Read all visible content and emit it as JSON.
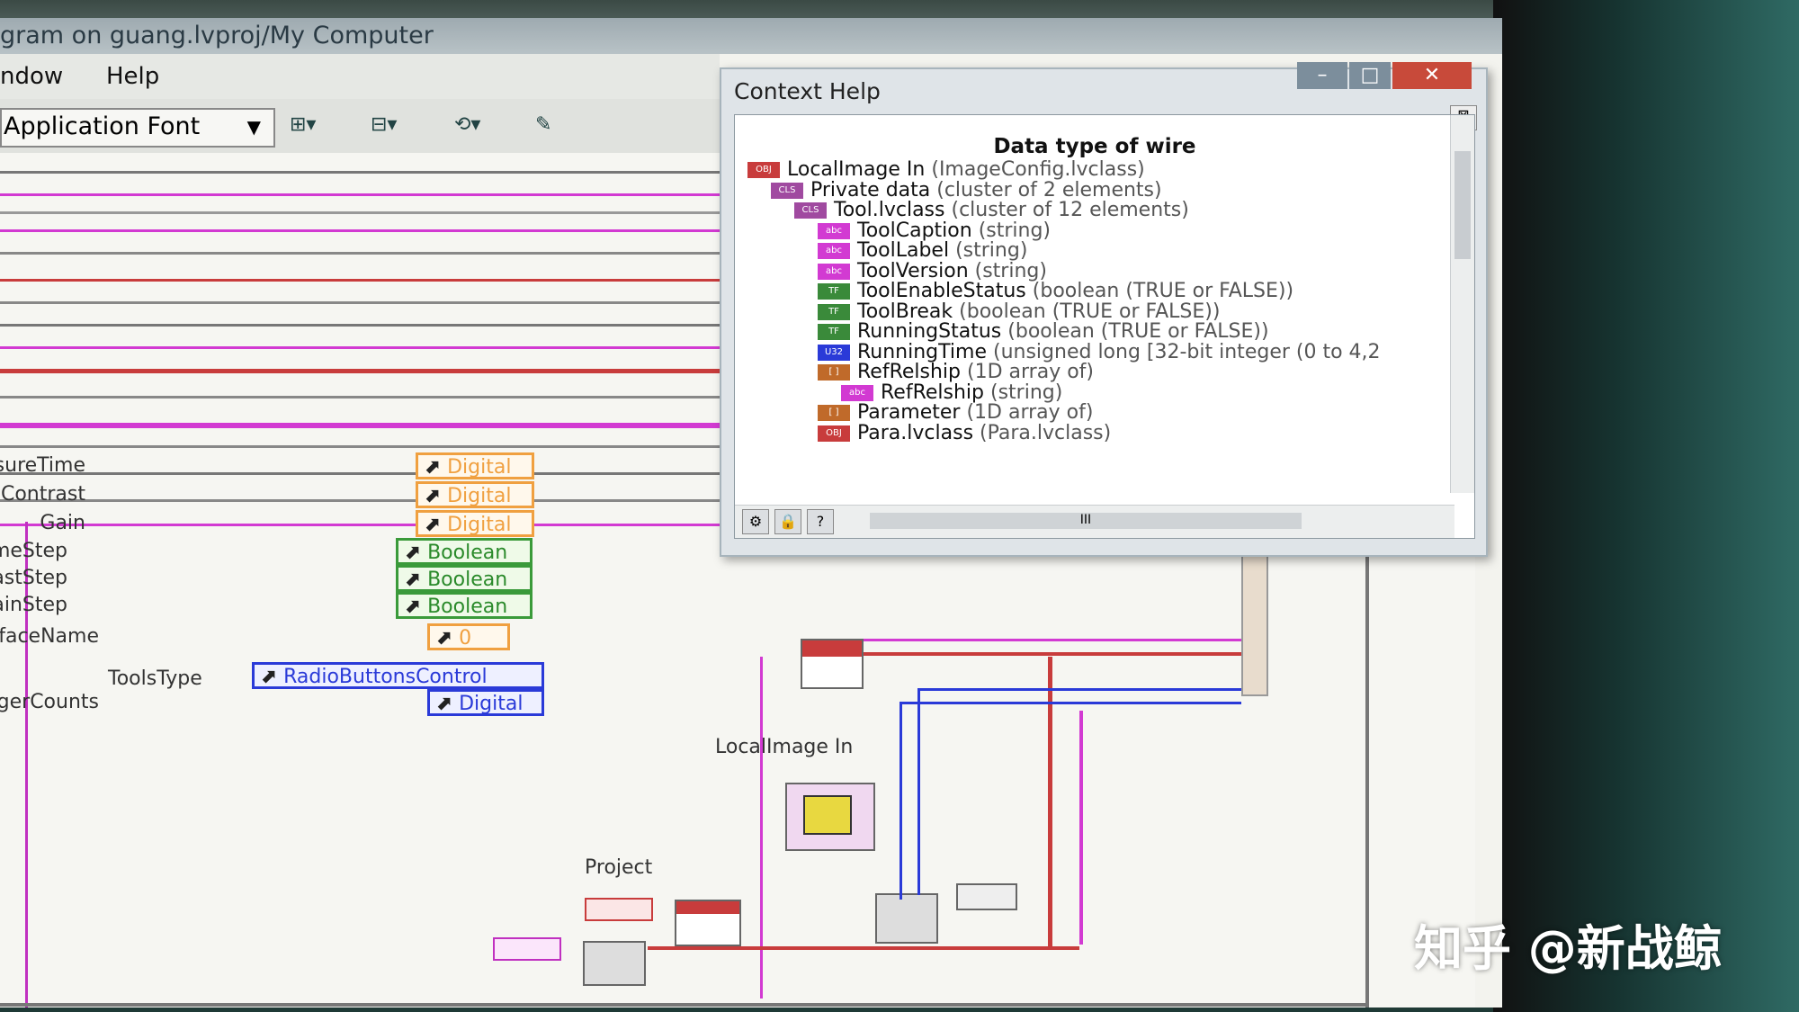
{
  "window": {
    "title": "gram on guang.lvproj/My Computer"
  },
  "menu": [
    "ndow",
    "Help"
  ],
  "toolbar": {
    "font_select": "Application Font"
  },
  "context_help": {
    "title": "Context Help",
    "heading": "Data type of wire",
    "rows": [
      {
        "tag": "OBJ",
        "name": "LocalImage In",
        "type": "(ImageConfig.lvclass)"
      },
      {
        "tag": "CLS",
        "name": "Private data",
        "type": "(cluster of 2 elements)"
      },
      {
        "tag": "CLS",
        "name": "Tool.lvclass",
        "type": "(cluster of 12 elements)"
      },
      {
        "tag": "abc",
        "name": "ToolCaption",
        "type": "(string)"
      },
      {
        "tag": "abc",
        "name": "ToolLabel",
        "type": "(string)"
      },
      {
        "tag": "abc",
        "name": "ToolVersion",
        "type": "(string)"
      },
      {
        "tag": "TF",
        "name": "ToolEnableStatus",
        "type": "(boolean (TRUE or FALSE))"
      },
      {
        "tag": "TF",
        "name": "ToolBreak",
        "type": "(boolean (TRUE or FALSE))"
      },
      {
        "tag": "TF",
        "name": "RunningStatus",
        "type": "(boolean (TRUE or FALSE))"
      },
      {
        "tag": "U32",
        "name": "RunningTime",
        "type": "(unsigned long [32-bit integer (0 to 4,2"
      },
      {
        "tag": "[ ]",
        "name": "RefRelship",
        "type": "(1D array of)"
      },
      {
        "tag": "abc",
        "name": "RefRelship",
        "type": "(string)"
      },
      {
        "tag": "[ ]",
        "name": "Parameter",
        "type": "(1D array of)"
      },
      {
        "tag": "OBJ",
        "name": "Para.lvclass",
        "type": "(Para.lvclass)"
      }
    ],
    "scroll_mark": "III"
  },
  "controls": [
    {
      "label": "ExposureTime",
      "value": "Digital",
      "kind": "dig"
    },
    {
      "label": "Contrast",
      "value": "Digital",
      "kind": "dig"
    },
    {
      "label": "Gain",
      "value": "Digital",
      "kind": "dig"
    },
    {
      "label": "ExposureTimeStep",
      "value": "Boolean",
      "kind": "bool"
    },
    {
      "label": "ContrastStep",
      "value": "Boolean",
      "kind": "bool"
    },
    {
      "label": "GainStep",
      "value": "Boolean",
      "kind": "bool"
    },
    {
      "label": "CameraInterfaceName",
      "value": "0",
      "kind": "dig"
    },
    {
      "label": "ToolsType",
      "value": "RadioButtonsControl",
      "kind": "blue"
    },
    {
      "label": "TriggerCounts",
      "value": "Digital",
      "kind": "blue"
    }
  ],
  "diagram_labels": {
    "local_image": "LocalImage In",
    "project": "Project"
  },
  "watermark": "知乎 @新战鲸",
  "colors": {
    "pink_wire": "#d23ad2",
    "red_wire": "#c83c3c",
    "orange": "#f0a040",
    "green": "#3a9a3a",
    "blue": "#2a3ad8"
  }
}
